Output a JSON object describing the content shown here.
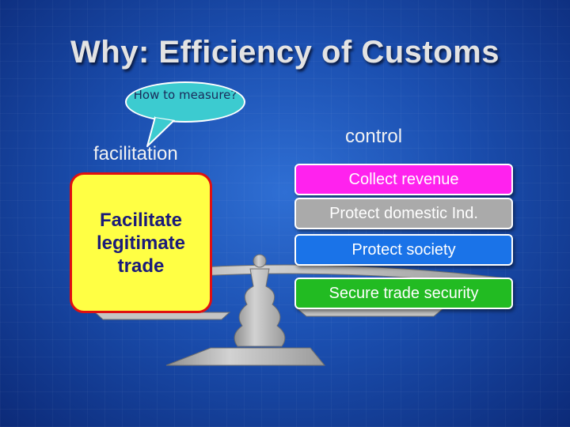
{
  "slide": {
    "title": "Why: Efficiency of Customs",
    "bubble_text": "How to measure?",
    "left_label": "facilitation",
    "right_label": "control",
    "facilitate_text": "Facilitate legitimate trade",
    "control_items": [
      {
        "label": "Collect revenue",
        "color": "#ff22ee"
      },
      {
        "label": "Protect domestic Ind.",
        "color": "#aaaaaa"
      },
      {
        "label": "Protect society",
        "color": "#1a73e8"
      },
      {
        "label": "Secure trade security",
        "color": "#22bb22"
      }
    ]
  },
  "colors": {
    "background": "#1b4fb0",
    "title": "#e3e3e3",
    "bubble": "#3ccbd0",
    "facilitate_fill": "#ffff44",
    "facilitate_border": "#e01010",
    "scale": "#b0b0b0"
  },
  "icons": {
    "scale": "balance-scale-icon"
  }
}
